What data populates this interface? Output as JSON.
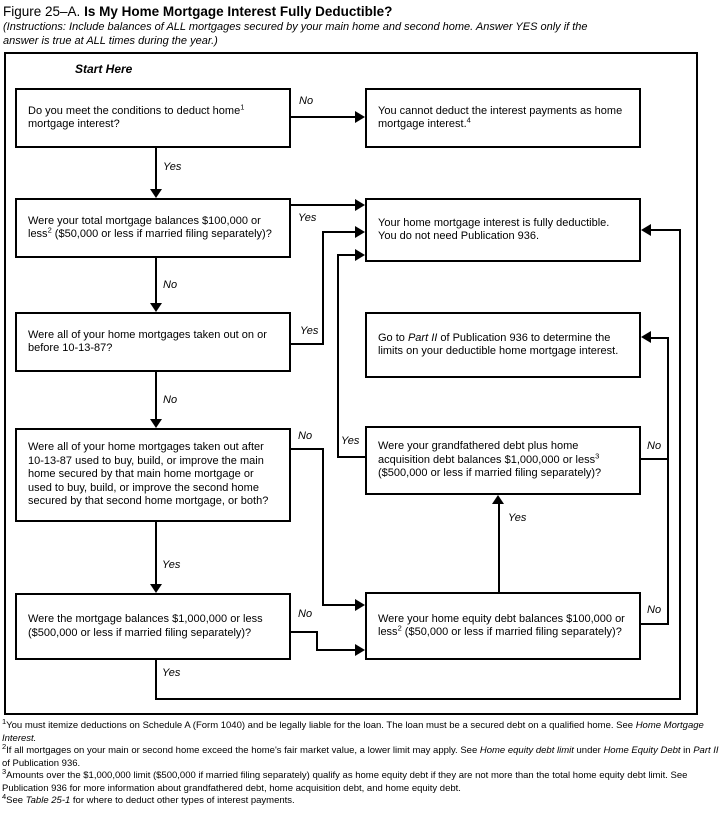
{
  "title": {
    "prefix": "Figure 25–A.",
    "main": "Is My Home Mortgage Interest Fully Deductible?"
  },
  "instructions": "(Instructions: Include balances of ALL mortgages secured by your main home and second home. Answer YES only if the answer is true at ALL times during the year.)",
  "colors": {
    "ink": "#000000",
    "paper": "#ffffff"
  },
  "flowchart": {
    "start_label": "Start Here",
    "boxes": {
      "q_conditions": {
        "parts": [
          {
            "t": "Do you meet the conditions to deduct home",
            "s": "n"
          },
          {
            "t": "1",
            "s": "sup"
          },
          {
            "t": " mortgage interest?",
            "s": "n"
          }
        ]
      },
      "r_cannot_deduct": {
        "parts": [
          {
            "t": "You cannot deduct the interest payments as home mortgage interest.",
            "s": "n"
          },
          {
            "t": "4",
            "s": "sup"
          }
        ]
      },
      "q_total_balances": {
        "parts": [
          {
            "t": "Were your total mortgage balances $100,000 or less",
            "s": "n"
          },
          {
            "t": "2",
            "s": "sup"
          },
          {
            "t": " ($50,000 or less if married filing separately)?",
            "s": "n"
          }
        ]
      },
      "r_fully_deductible": {
        "parts": [
          {
            "t": "Your home mortgage interest is fully deductible. You do not need Publication 936.",
            "s": "n"
          }
        ]
      },
      "q_before_101387": {
        "parts": [
          {
            "t": "Were all of your home mortgages taken out on or before 10-13-87?",
            "s": "n"
          }
        ]
      },
      "r_part_ii": {
        "parts": [
          {
            "t": "Go to ",
            "s": "n"
          },
          {
            "t": "Part II",
            "s": "i"
          },
          {
            "t": " of Publication 936 to determine the limits on your deductible home mortgage interest.",
            "s": "n"
          }
        ]
      },
      "q_after_101387_use": {
        "parts": [
          {
            "t": "Were all of your home mortgages taken out after 10-13-87 used to buy, build, or improve the main home secured by that main home mortgage or used to buy, build, or improve the second home secured by that second home mortgage, or both?",
            "s": "n"
          }
        ]
      },
      "q_grandfathered": {
        "parts": [
          {
            "t": "Were your grandfathered debt plus home acquisition debt balances $1,000,000 or less",
            "s": "n"
          },
          {
            "t": "3",
            "s": "sup"
          },
          {
            "t": " ($500,000 or less if married filing separately)?",
            "s": "n"
          }
        ]
      },
      "q_million_limit": {
        "parts": [
          {
            "t": "Were the mortgage balances $1,000,000 or less ($500,000 or less if married filing separately)?",
            "s": "n"
          }
        ]
      },
      "q_home_equity": {
        "parts": [
          {
            "t": "Were your home equity debt balances $100,000 or less",
            "s": "n"
          },
          {
            "t": "2",
            "s": "sup"
          },
          {
            "t": " ($50,000 or less if married filing separately)?",
            "s": "n"
          }
        ]
      }
    },
    "edge_labels": {
      "conditions_no": "No",
      "conditions_yes": "Yes",
      "total_yes": "Yes",
      "total_no": "No",
      "before_yes": "Yes",
      "before_no": "No",
      "after_no": "No",
      "grandfathered_yes": "Yes",
      "after_yes": "Yes",
      "million_no": "No",
      "million_yes": "Yes",
      "home_equity_yes": "Yes",
      "grandfathered_no": "No",
      "home_equity_no": "No"
    }
  },
  "footnotes": [
    {
      "marker": "1",
      "parts": [
        {
          "t": "You must itemize deductions on Schedule A (Form 1040) and be legally liable for the loan. The loan must be a secured debt on a qualified home. See ",
          "s": "n"
        },
        {
          "t": "Home Mortgage Interest.",
          "s": "i"
        }
      ]
    },
    {
      "marker": "2",
      "parts": [
        {
          "t": "If all mortgages on your main or second home exceed the home's fair market value, a lower limit may apply. See ",
          "s": "n"
        },
        {
          "t": "Home equity debt limit",
          "s": "i"
        },
        {
          "t": " under ",
          "s": "n"
        },
        {
          "t": "Home Equity Debt",
          "s": "i"
        },
        {
          "t": " in ",
          "s": "n"
        },
        {
          "t": "Part II",
          "s": "i"
        },
        {
          "t": " of Publication 936.",
          "s": "n"
        }
      ]
    },
    {
      "marker": "3",
      "parts": [
        {
          "t": "Amounts over the $1,000,000 limit ($500,000 if married filing separately) qualify as home equity debt if they are not more than the total home equity debt limit. See Publication 936 for more information about grandfathered debt, home acquisition debt, and home equity debt.",
          "s": "n"
        }
      ]
    },
    {
      "marker": "4",
      "parts": [
        {
          "t": "See ",
          "s": "n"
        },
        {
          "t": "Table 25-1",
          "s": "i"
        },
        {
          "t": " for where to deduct other types of interest payments.",
          "s": "n"
        }
      ]
    }
  ]
}
